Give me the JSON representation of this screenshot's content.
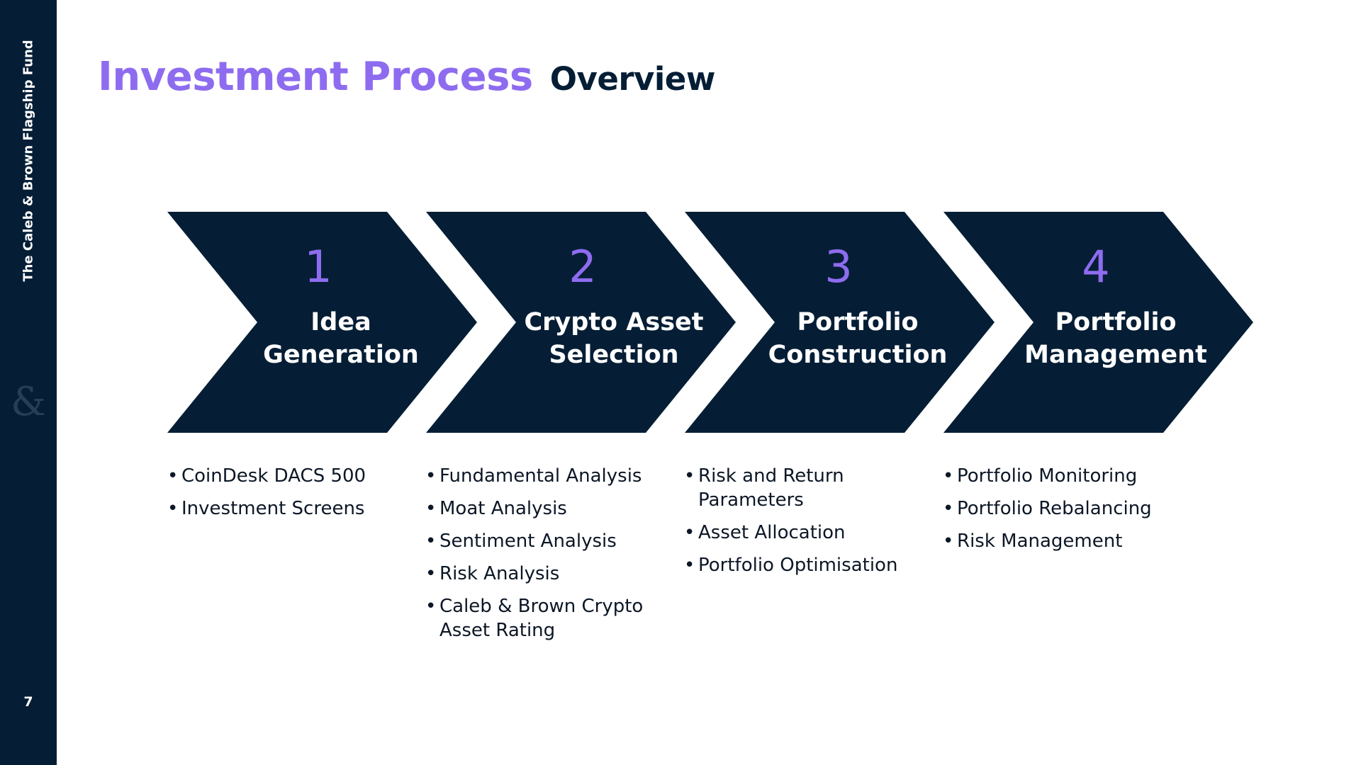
{
  "sidebar": {
    "fund_name": "The Caleb & Brown Flagship Fund",
    "logo_glyph": "&",
    "page_number": "7"
  },
  "title": {
    "primary": "Investment Process",
    "secondary": "Overview"
  },
  "colors": {
    "navy": "#051e35",
    "accent_purple": "#8e6cf0",
    "text": "#0c1726"
  },
  "steps": [
    {
      "number": "1",
      "label_lines": [
        "Idea",
        "Generation"
      ],
      "bullets": [
        [
          "CoinDesk DACS 500"
        ],
        [
          "Investment Screens"
        ]
      ]
    },
    {
      "number": "2",
      "label_lines": [
        "Crypto Asset",
        "Selection"
      ],
      "bullets": [
        [
          "Fundamental Analysis"
        ],
        [
          "Moat Analysis"
        ],
        [
          "Sentiment Analysis"
        ],
        [
          "Risk Analysis"
        ],
        [
          "Caleb & Brown Crypto",
          "Asset Rating"
        ]
      ]
    },
    {
      "number": "3",
      "label_lines": [
        "Portfolio",
        "Construction"
      ],
      "bullets": [
        [
          "Risk and Return",
          "Parameters"
        ],
        [
          "Asset Allocation"
        ],
        [
          "Portfolio Optimisation"
        ]
      ]
    },
    {
      "number": "4",
      "label_lines": [
        "Portfolio",
        "Management"
      ],
      "bullets": [
        [
          "Portfolio Monitoring"
        ],
        [
          "Portfolio Rebalancing"
        ],
        [
          "Risk Management"
        ]
      ]
    }
  ]
}
